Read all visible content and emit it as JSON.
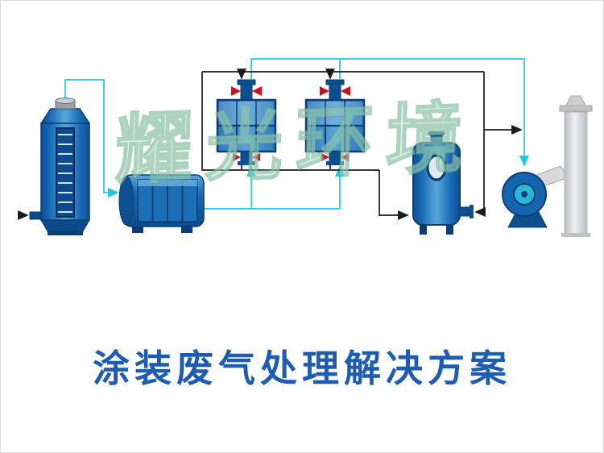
{
  "page": {
    "background": "#ffffff",
    "border_color": "#dcdcdc"
  },
  "title": {
    "text": "涂装废气处理解决方案",
    "color": "#1d5cb0"
  },
  "watermark": {
    "text": "耀光环境",
    "color": "#79b894"
  },
  "colors": {
    "equipment_blue": "#1565ae",
    "equipment_blue_dark": "#0a3d73",
    "equipment_blue_light": "#5aa7dd",
    "pipe_cyan": "#1fc9dd",
    "pipe_black": "#1a1a1a",
    "valve_red": "#cc1122",
    "chimney_gray": "#d9d9d9",
    "cap_gray": "#9aa0a6"
  },
  "equipment": [
    {
      "name": "spray-tower"
    },
    {
      "name": "uv-photolysis-unit"
    },
    {
      "name": "activated-carbon-adsorber-1"
    },
    {
      "name": "activated-carbon-adsorber-2"
    },
    {
      "name": "buffer-tank"
    },
    {
      "name": "centrifugal-fan"
    },
    {
      "name": "exhaust-chimney"
    }
  ]
}
